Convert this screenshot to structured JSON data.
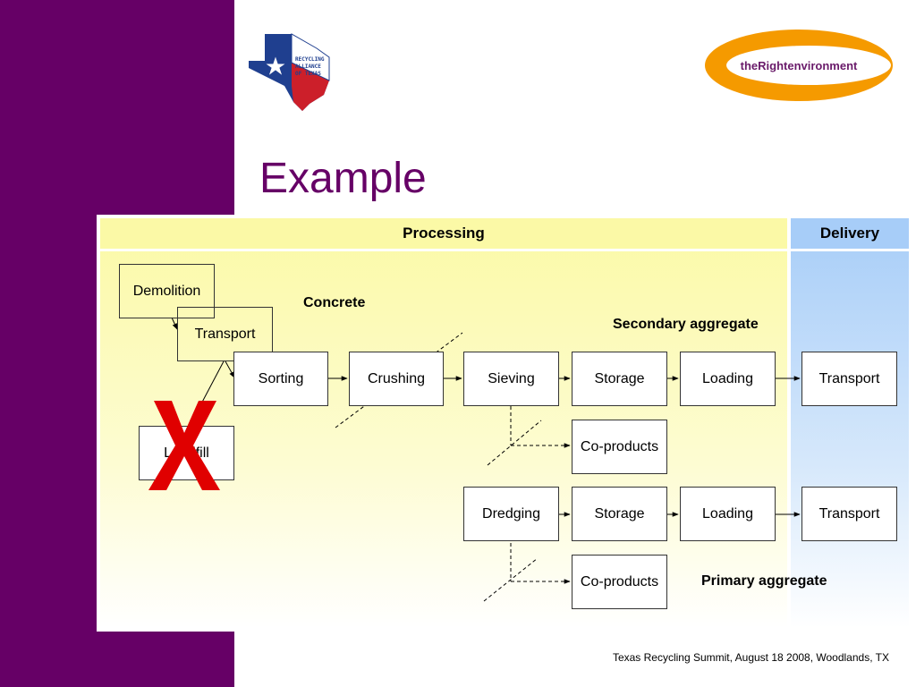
{
  "slide": {
    "title": "Example",
    "footer": "Texas Recycling Summit, August  18 2008, Woodlands, TX"
  },
  "logos": {
    "texas_lines": [
      "RECYCLING",
      "ALLIANCE",
      "OF TEXAS"
    ],
    "right_text": "theRightenvironment"
  },
  "diagram": {
    "headers": {
      "processing": "Processing",
      "delivery": "Delivery"
    },
    "labels": {
      "concrete": "Concrete",
      "secondary": "Secondary aggregate",
      "primary": "Primary aggregate"
    },
    "boxes": {
      "demolition": "Demolition",
      "transport_top": "Transport",
      "landfill": "Landfill",
      "sorting": "Sorting",
      "crushing": "Crushing",
      "sieving": "Sieving",
      "storage1": "Storage",
      "loading1": "Loading",
      "transport1": "Transport",
      "coproducts1": "Co-products",
      "dredging": "Dredging",
      "storage2": "Storage",
      "loading2": "Loading",
      "transport2": "Transport",
      "coproducts2": "Co-products"
    }
  },
  "colors": {
    "sidebar": "#660066",
    "title": "#660066",
    "processing_bg": "#fbf9a6",
    "delivery_bg": "#a7cdf8",
    "cross": "#e00000",
    "logo_ring": "#f59a00"
  }
}
